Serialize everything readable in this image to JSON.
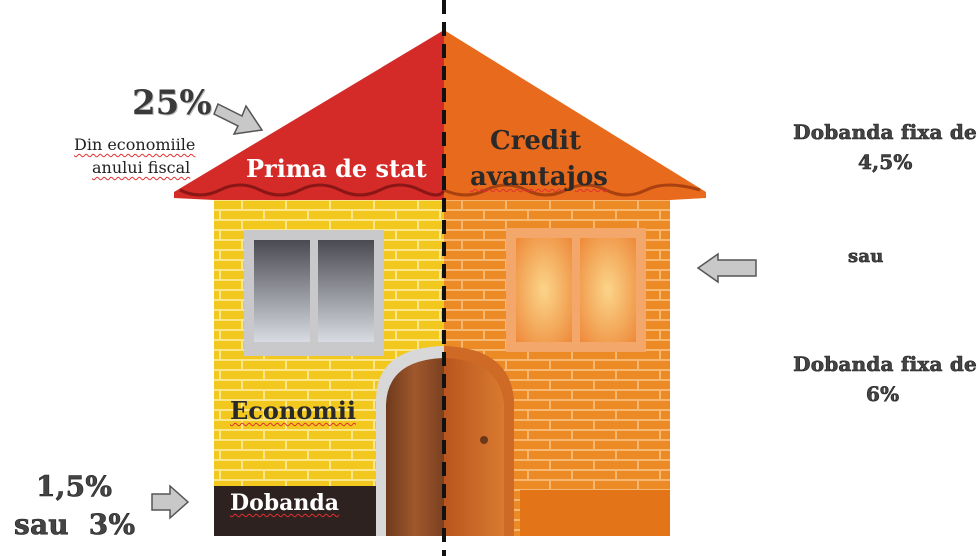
{
  "left": {
    "percent": "25%",
    "note_line1": "Din economiile",
    "note_line2": "anului fiscal",
    "roof_label": "Prima de stat",
    "wall_label": "Economii",
    "base_label": "Dobanda",
    "rate_line1": "1,5%",
    "rate_line2": "sau  3%"
  },
  "right": {
    "roof_line1": "Credit",
    "roof_line2": "avantajos",
    "rate1_line1": "Dobanda fixa de",
    "rate1_line2": "4,5%",
    "or_label": "sau",
    "rate2_line1": "Dobanda fixa de",
    "rate2_line2": "6%"
  },
  "colors": {
    "left_roof": "#d42a28",
    "right_roof": "#e86a1c",
    "left_wall": "#f3c81e",
    "right_wall": "#ec8a26",
    "door": "#8c4a24",
    "base_dark": "#2e2220",
    "arrow_fill": "#c8c8c8"
  }
}
